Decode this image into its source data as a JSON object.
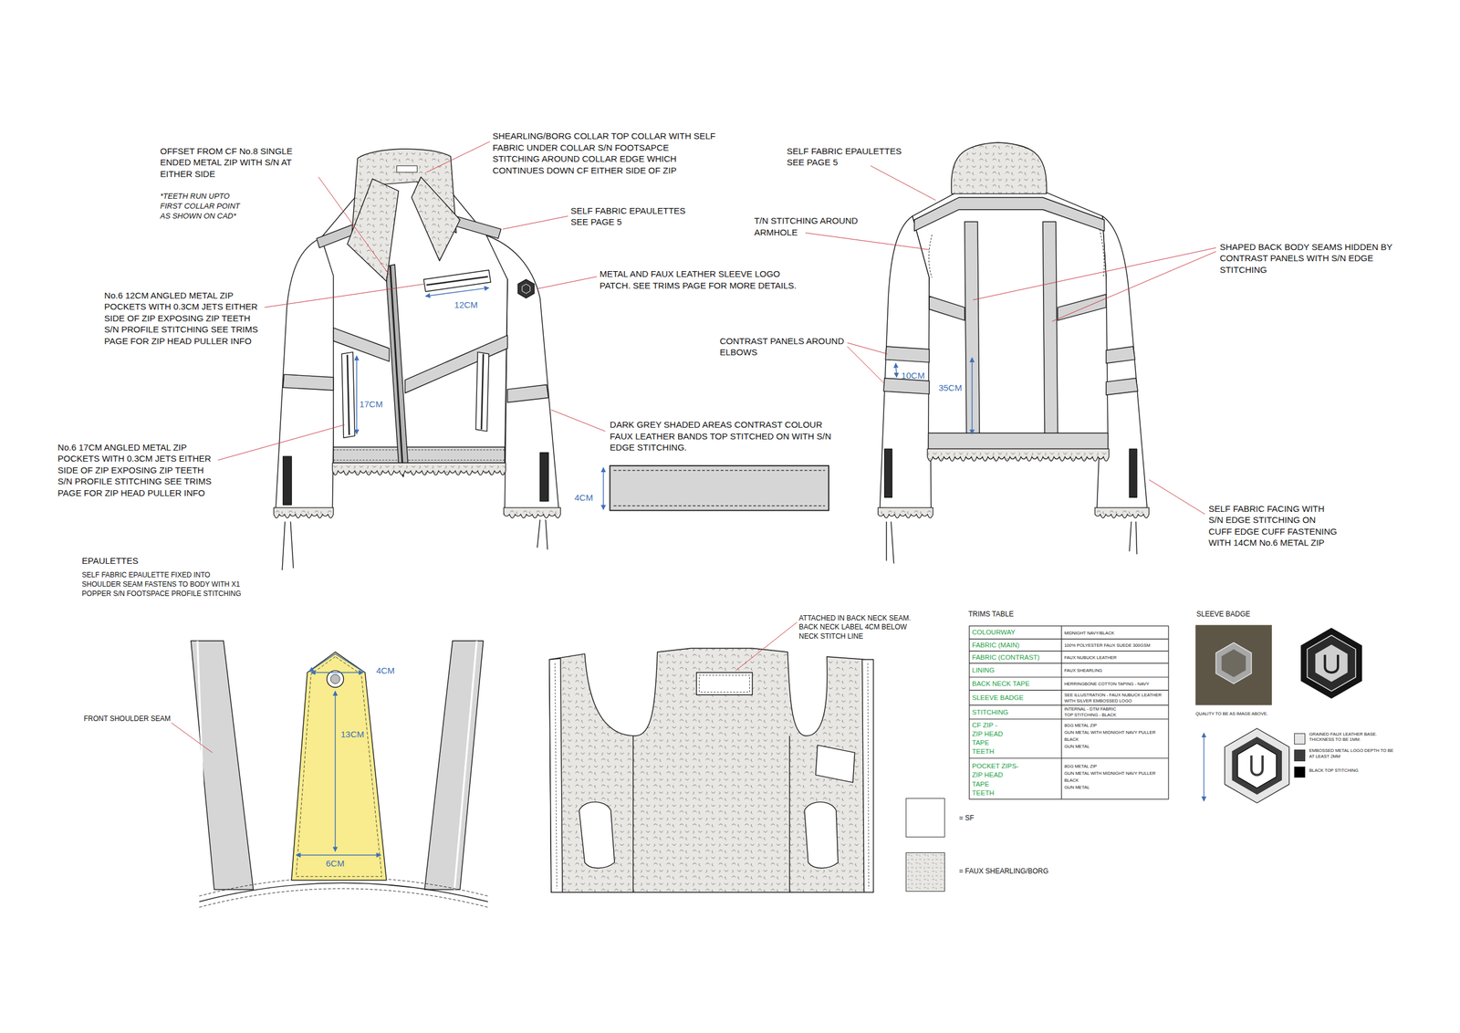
{
  "diagram": {
    "labels": [
      "OFFSET FROM CF No.8 SINGLE ENDED METAL ZIP WITH S/N AT EITHER SIDE",
      "*TEETH RUN UPTO FIRST COLLAR POINT AS SHOWN ON CAD*",
      "SHEARLING/BORG COLLAR TOP COLLAR WITH SELF FABRIC UNDER COLLAR S/N FOOTSAPCE STITCHING AROUND COLLAR EDGE WHICH CONTINUES DOWN CF EITHER SIDE OF ZIP",
      "SELF FABRIC EPAULETTES SEE PAGE 5",
      "METAL AND FAUX LEATHER SLEEVE LOGO PATCH. SEE TRIMS PAGE FOR MORE DETAILS.",
      "12CM",
      "No.6 12CM ANGLED METAL ZIP POCKETS WITH 0.3CM JETS EITHER SIDE OF ZIP EXPOSING ZIP TEETH S/N PROFILE STITCHING SEE TRIMS PAGE FOR ZIP HEAD PULLER INFO",
      "17CM",
      "No.6 17CM ANGLED METAL ZIP POCKETS WITH 0.3CM JETS EITHER SIDE OF ZIP EXPOSING ZIP TEETH S/N PROFILE STITCHING SEE TRIMS PAGE FOR ZIP HEAD PULLER INFO",
      "DARK GREY SHADED AREAS CONTRAST COLOUR FAUX LEATHER BANDS TOP STITCHED ON WITH S/N EDGE STITCHING.",
      "4CM",
      "SELF FABRIC EPAULETTES SEE PAGE 5",
      "T/N STITCHING AROUND ARMHOLE",
      "SHAPED BACK BODY SEAMS HIDDEN BY CONTRAST PANELS WITH S/N EDGE STITCHING",
      "CONTRAST PANELS AROUND ELBOWS",
      "10CM",
      "35CM",
      "SELF FABRIC FACING WITH S/N EDGE STITCHING ON CUFF EDGE CUFF FASTENING WITH 14CM No.6 METAL ZIP",
      "EPAULETTES",
      "SELF FABRIC EPAULETTE FIXED INTO SHOULDER SEAM FASTENS TO BODY WITH X1 POPPER S/N FOOTSPACE PROFILE STITCHING",
      "FRONT SHOULDER SEAM",
      "4CM",
      "13CM",
      "6CM",
      "ATTACHED IN BACK NECK SEAM. BACK NECK LABEL 4CM BELOW NECK STITCH LINE",
      "TRIMS TABLE",
      "COLOURWAY",
      "MIDNIGHT NAVY/BLACK",
      "FABRIC (MAIN)",
      "100% POLYESTER FAUX SUEDE 300GSM",
      "FABRIC (CONTRAST)",
      "FAUX NUBUCK LEATHER",
      "LINING",
      "FAUX SHEARLING",
      "BACK NECK TAPE",
      "HERRINGBONE COTTON TAPING - NAVY",
      "SLEEVE BADGE",
      "SEE ILLUSTRATION - FAUX NUBUCK LEATHER WITH SILVER EMBOSSED LOGO",
      "STITCHING",
      "INTERNAL - DTM FABRIC",
      "TOP STITCHING - BLACK",
      "CF ZIP -",
      "ZIP HEAD",
      "TAPE",
      "TEETH",
      "8GG METAL ZIP",
      "GUN METAL WITH MIDNIGHT NAVY PULLER",
      "BLACK",
      "GUN METAL",
      "POCKET ZIPS-",
      "ZIP HEAD",
      "TAPE",
      "TEETH",
      "8GG METAL ZIP",
      "GUN METAL WITH MIDNIGHT NAVY PULLER",
      "BLACK",
      "GUN METAL",
      "SLEEVE BADGE",
      "QUALITY TO BE AS IMAGE ABOVE."
    ],
    "legend": [
      {
        "text": "= SF",
        "color": "#ffffff"
      },
      {
        "text": "= FAUX SHEARLING/BORG"
      },
      {
        "text": "GRAINED FAUX LEATHER BASE. THICKNESS TO BE 1MM.",
        "color": "#e6e6e6"
      },
      {
        "text": "EMBOSSED METAL LOGO DEPTH TO BE AT LEAST 2MM",
        "color": "#3c3c3c"
      },
      {
        "text": "BLACK TOP STITCHING",
        "color": "#000000"
      }
    ]
  }
}
